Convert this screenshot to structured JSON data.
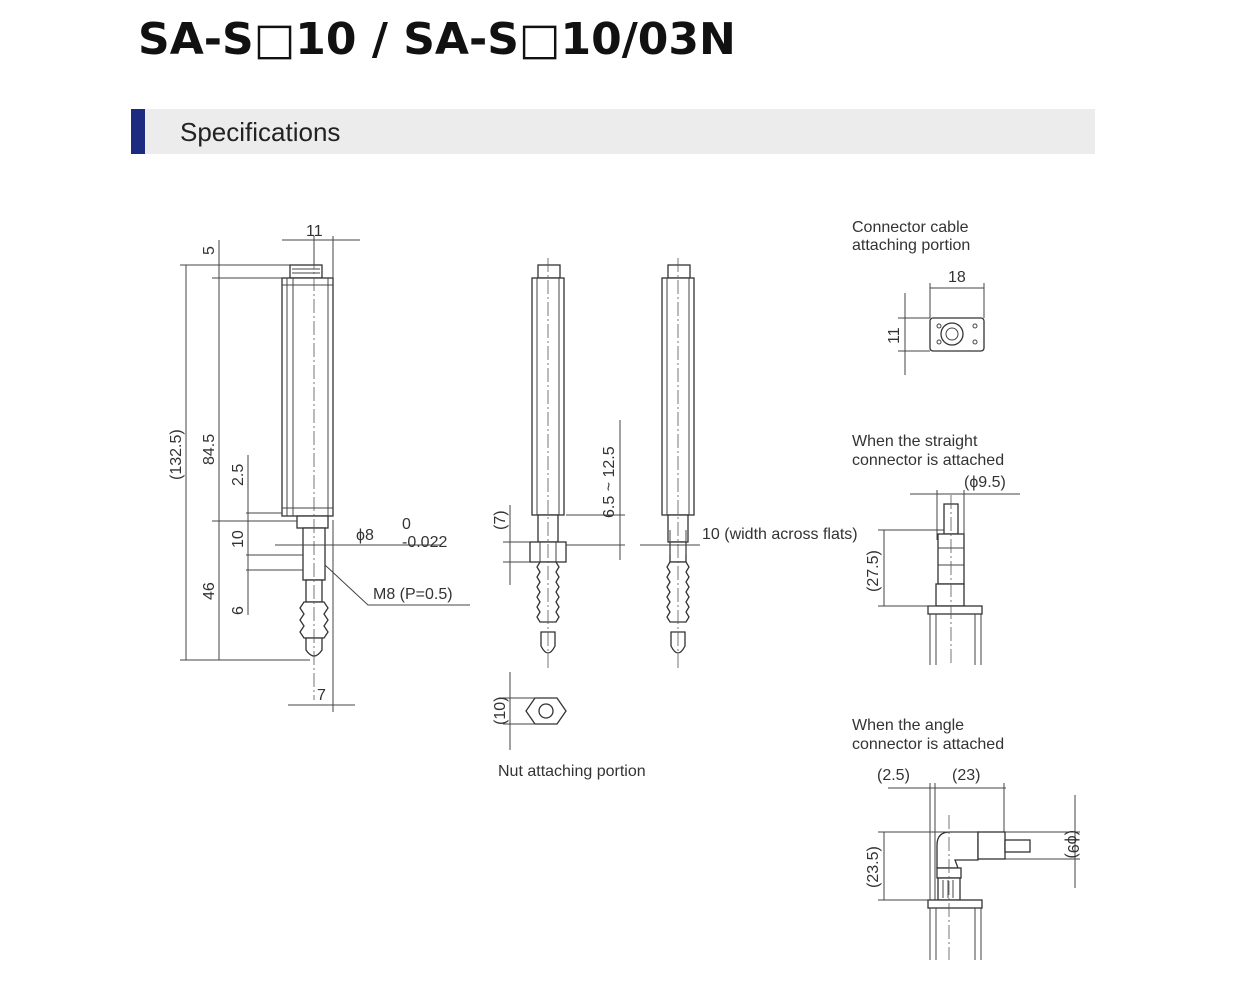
{
  "title": "SA-S□10 / SA-S□10/03N",
  "section": {
    "label": "Specifications"
  },
  "drawing": {
    "main_view": {
      "dim_top_width": "11",
      "dim_top": "5",
      "dim_total": "(132.5)",
      "dim_body": "84.5",
      "dim_step": "2.5",
      "dim_neck": "10",
      "dim_shaft": "46",
      "dim_thread": "6",
      "dim_diameter": "ϕ8",
      "dim_tol_upper": "0",
      "dim_tol_lower": "-0.022",
      "thread_note": "M8 (P=0.5)",
      "dim_bottom": "7"
    },
    "middle_views": {
      "dim_nut_height": "(7)",
      "dim_stroke": "6.5 ~ 12.5",
      "dim_flats": "10 (width across flats)",
      "dim_nut": "(10)",
      "nut_caption": "Nut attaching portion"
    },
    "connector_cable": {
      "caption_line1": "Connector cable",
      "caption_line2": "attaching portion",
      "dim_width": "18",
      "dim_height": "11"
    },
    "straight_connector": {
      "caption_line1": "When the straight",
      "caption_line2": "connector is attached",
      "dim_diameter": "(ϕ9.5)",
      "dim_height": "(27.5)"
    },
    "angle_connector": {
      "caption_line1": "When the angle",
      "caption_line2": "connector is attached",
      "dim_offset": "(2.5)",
      "dim_length": "(23)",
      "dim_diameter": "(ϕ9)",
      "dim_height": "(23.5)"
    }
  }
}
